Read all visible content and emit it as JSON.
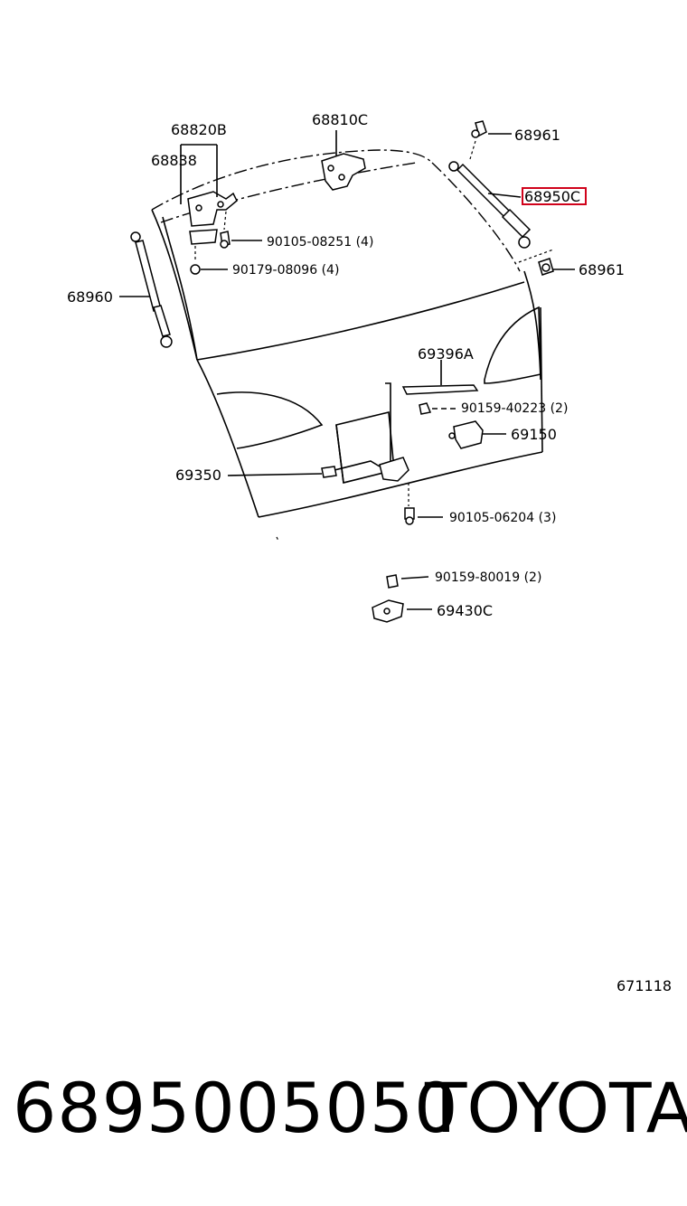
{
  "labels": {
    "p68820B": "68820B",
    "p68838": "68838",
    "p68810C": "68810C",
    "p68961_top": "68961",
    "p68950C": "68950C",
    "p90105_08251": "90105-08251 (4)",
    "p90179_08096": "90179-08096 (4)",
    "p68961_right": "68961",
    "p68960": "68960",
    "p69396A": "69396A",
    "p90159_40223": "90159-40223 (2)",
    "p69150": "69150",
    "p69350": "69350",
    "p90105_06204": "90105-06204 (3)",
    "p90159_80019": "90159-80019 (2)",
    "p69430C": "69430C"
  },
  "diagram_id": "671118",
  "footer": {
    "part_number": "6895005050",
    "brand": "TOYOTA"
  },
  "highlight_color": "#d0021b"
}
